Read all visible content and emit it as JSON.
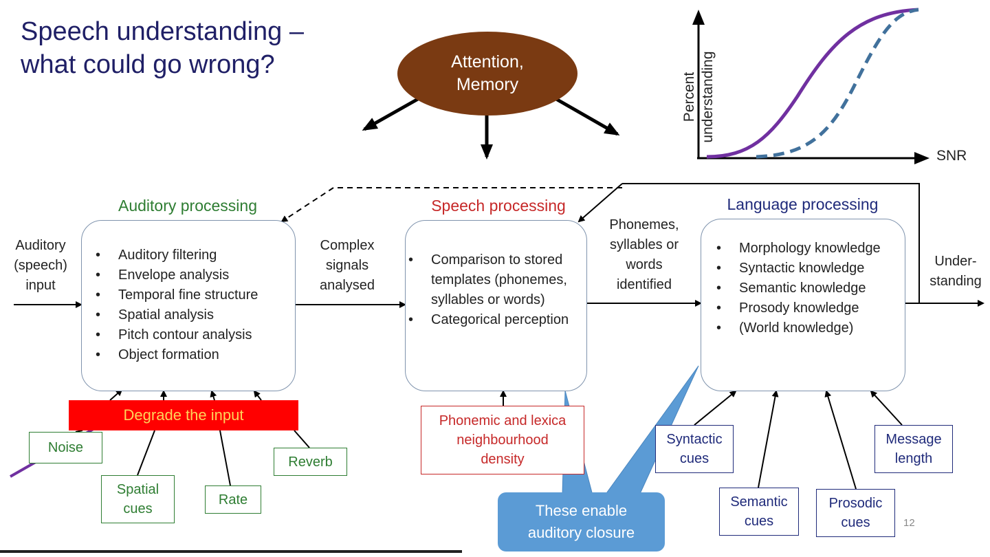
{
  "title": [
    "Speech understanding –",
    "what could go wrong?"
  ],
  "attention": [
    "Attention,",
    "Memory"
  ],
  "graph": {
    "ylabel": [
      "Percent",
      "understanding"
    ],
    "xlabel": "SNR"
  },
  "input_label": [
    "Auditory",
    "(speech)",
    "input"
  ],
  "auditory": {
    "title": "Auditory processing",
    "items": [
      "Auditory filtering",
      "Envelope analysis",
      "Temporal fine structure",
      "Spatial analysis",
      "Pitch contour analysis",
      "Object formation"
    ]
  },
  "complex_label": [
    "Complex",
    "signals",
    "analysed"
  ],
  "speech": {
    "title": "Speech processing",
    "items": [
      "Comparison to stored templates (phonemes, syllables or words)",
      "Categorical perception"
    ]
  },
  "phonemes_label": [
    "Phonemes,",
    "syllables or",
    "words",
    "identified"
  ],
  "language": {
    "title": "Language processing",
    "items": [
      "Morphology knowledge",
      "Syntactic knowledge",
      "Semantic knowledge",
      "Prosody knowledge",
      "(World knowledge)"
    ]
  },
  "understanding_label": [
    "Under-",
    "standing"
  ],
  "degrade": "Degrade the input",
  "cues": {
    "noise": "Noise",
    "spatial": [
      "Spatial",
      "cues"
    ],
    "rate": "Rate",
    "reverb": "Reverb",
    "phonemic": [
      "Phonemic and lexica",
      "neighbourhood",
      "density"
    ],
    "syntactic": [
      "Syntactic",
      "cues"
    ],
    "semantic": [
      "Semantic",
      "cues"
    ],
    "prosodic": [
      "Prosodic",
      "cues"
    ],
    "message": [
      "Message",
      "length"
    ]
  },
  "callout": [
    "These enable",
    "auditory closure"
  ],
  "page_number": "12",
  "colors": {
    "brown": "#7a3a12",
    "green": "#2e7d32",
    "red": "#c62828",
    "navy": "#1f2a7a",
    "purple": "#7030a0",
    "dashed_blue": "#41719c",
    "callout": "#5b9bd5",
    "degrade": "#ff0000"
  }
}
